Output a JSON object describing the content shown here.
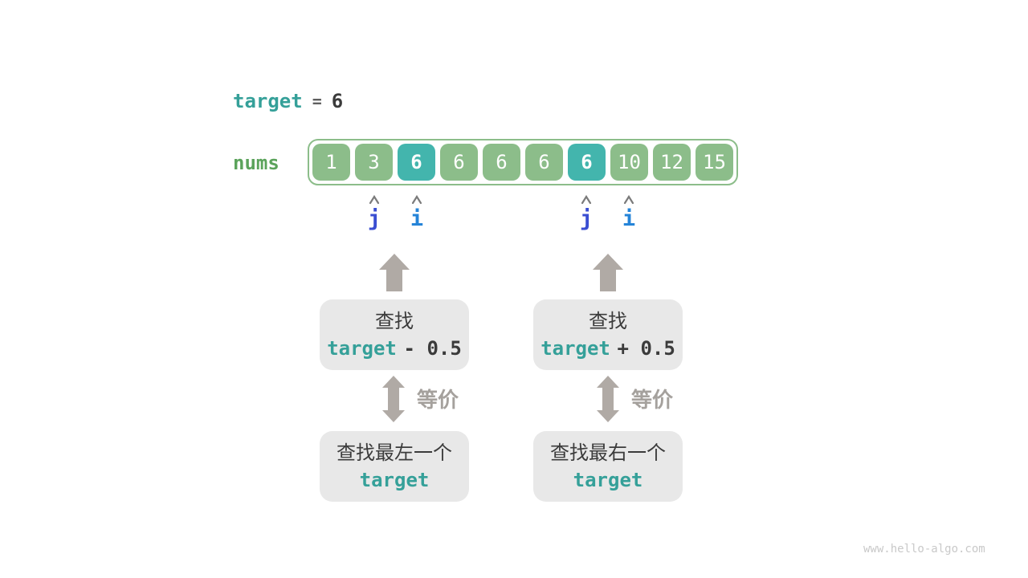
{
  "page": {
    "background": "#ffffff",
    "watermark": "www.hello-algo.com"
  },
  "header": {
    "keyword": "target",
    "operator": "=",
    "value": "6"
  },
  "array": {
    "label": "nums",
    "cells": [
      {
        "value": "1",
        "highlight": false
      },
      {
        "value": "3",
        "highlight": false
      },
      {
        "value": "6",
        "highlight": true
      },
      {
        "value": "6",
        "highlight": false
      },
      {
        "value": "6",
        "highlight": false
      },
      {
        "value": "6",
        "highlight": false
      },
      {
        "value": "6",
        "highlight": true
      },
      {
        "value": "10",
        "highlight": false
      },
      {
        "value": "12",
        "highlight": false
      },
      {
        "value": "15",
        "highlight": false
      }
    ]
  },
  "pointers": [
    {
      "label": "j",
      "cell_index": 1,
      "color": "#3a4ed2"
    },
    {
      "label": "i",
      "cell_index": 2,
      "color": "#2584d8"
    },
    {
      "label": "j",
      "cell_index": 6,
      "color": "#3a4ed2"
    },
    {
      "label": "i",
      "cell_index": 7,
      "color": "#2584d8"
    }
  ],
  "flows": [
    {
      "side": "left",
      "search_action": "查找",
      "search_keyword": "target",
      "search_offset": "- 0.5",
      "equivalence_label": "等价",
      "result_action": "查找最左一个",
      "result_keyword": "target"
    },
    {
      "side": "right",
      "search_action": "查找",
      "search_keyword": "target",
      "search_offset": "+ 0.5",
      "equivalence_label": "等价",
      "result_action": "查找最右一个",
      "result_keyword": "target"
    }
  ],
  "colors": {
    "teal_keyword": "#35a099",
    "cell_green": "#8cbd8a",
    "cell_teal_highlight": "#43b5ad",
    "array_border_green": "#8cbd8a",
    "nums_label_green": "#5ba35b",
    "dark_text": "#3b3b3b",
    "arrow_gray": "#b0aaa5",
    "equivalence_text_gray": "#a5a19d",
    "panel_gray": "#e8e8e8",
    "pointer_j_blue": "#3a4ed2",
    "pointer_i_blue": "#2584d8",
    "caret_gray": "#7b7b7b",
    "watermark_gray": "#c9c9c9"
  }
}
